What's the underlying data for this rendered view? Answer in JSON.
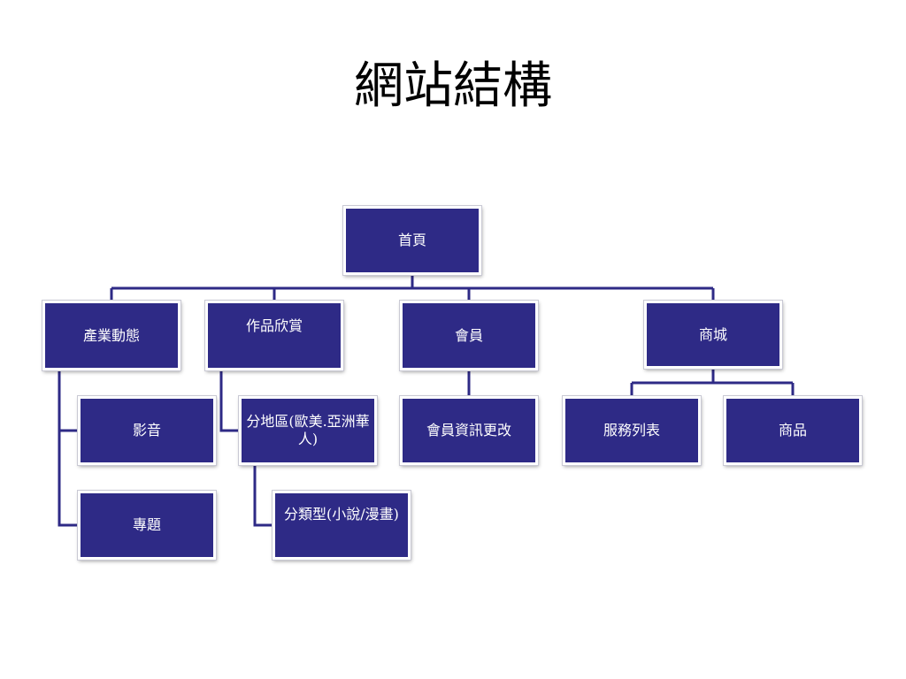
{
  "title": "網站結構",
  "colors": {
    "node_fill": "#2e2a86",
    "node_text": "#ffffff",
    "connector": "#2e2a86"
  },
  "nodes": {
    "home": "首頁",
    "industry_news": "產業動態",
    "video": "影音",
    "feature": "專題",
    "works": "作品欣賞",
    "by_region": "分地區(歐美.亞洲華人)",
    "by_type": "分類型(小說/漫畫)",
    "member": "會員",
    "member_edit": "會員資訊更改",
    "shop": "商城",
    "services": "服務列表",
    "products": "商品"
  }
}
